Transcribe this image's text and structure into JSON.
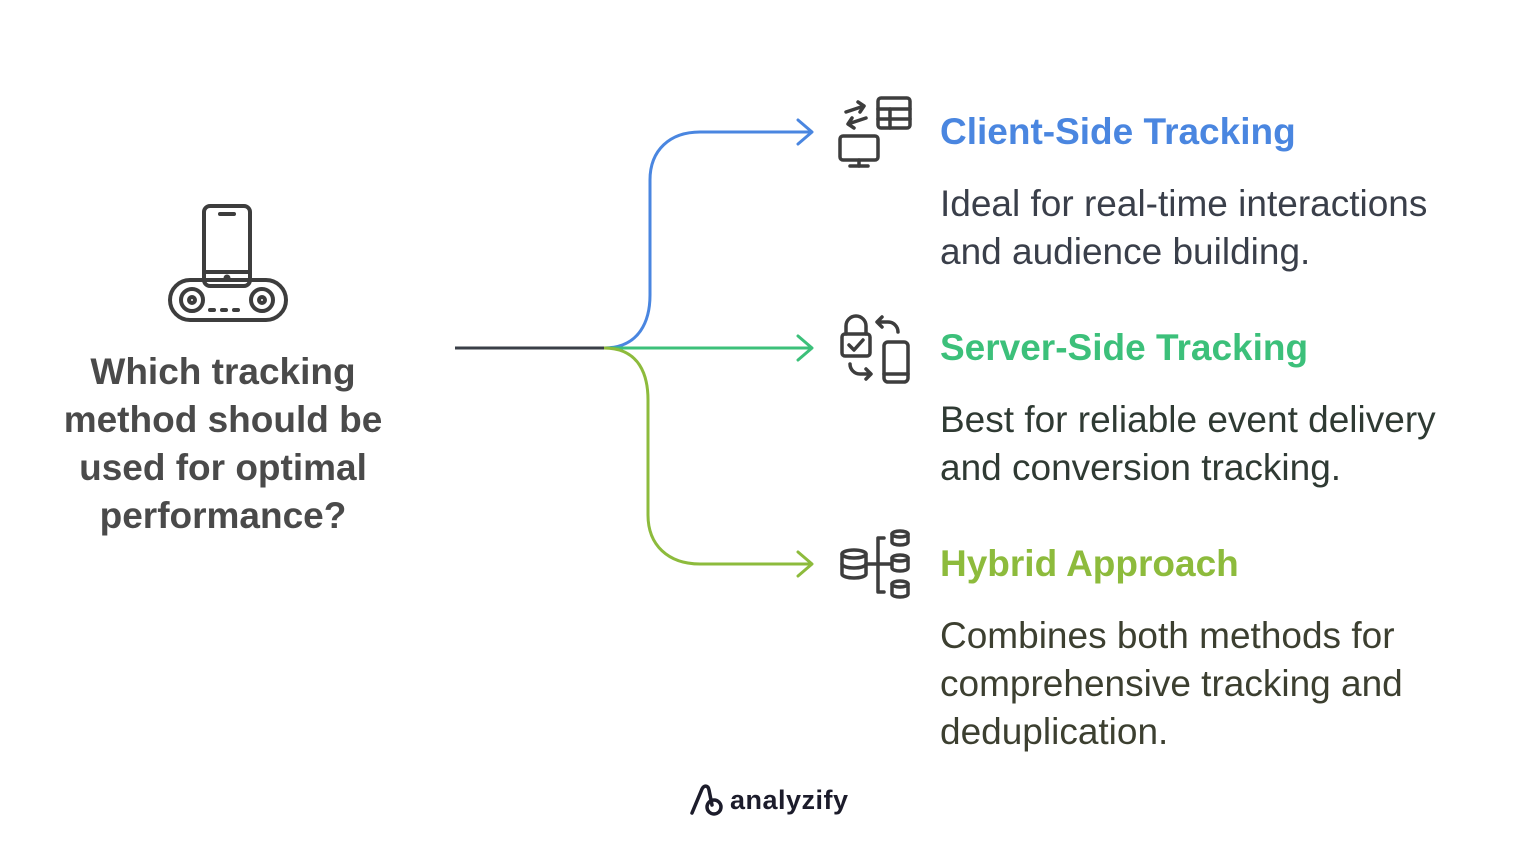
{
  "question": {
    "lines": [
      "Which tracking",
      "method should be",
      "used for optimal",
      "performance?"
    ],
    "icon": "phone-dock-conveyor-icon"
  },
  "colors": {
    "trunk": "#3a3f47",
    "client": "#4a86e0",
    "server": "#3cc07a",
    "hybrid": "#8dbb3c",
    "question_text": "#4a4a4a",
    "icon_stroke": "#3d3d3d"
  },
  "options": [
    {
      "title": "Client-Side Tracking",
      "description_lines": [
        "Ideal for real-time interactions",
        "and audience building."
      ],
      "icon": "monitor-table-sync-icon",
      "text_color": "#3a3f4a"
    },
    {
      "title": "Server-Side Tracking",
      "description_lines": [
        "Best for reliable event delivery",
        "and conversion tracking."
      ],
      "icon": "lock-device-transfer-icon",
      "text_color": "#2f3a33"
    },
    {
      "title": "Hybrid Approach",
      "description_lines": [
        "Combines both methods for",
        "comprehensive tracking and",
        "deduplication."
      ],
      "icon": "database-branch-icon",
      "text_color": "#3c3f30"
    }
  ],
  "brand": {
    "name": "analyzify",
    "icon": "analyzify-logo-icon"
  }
}
